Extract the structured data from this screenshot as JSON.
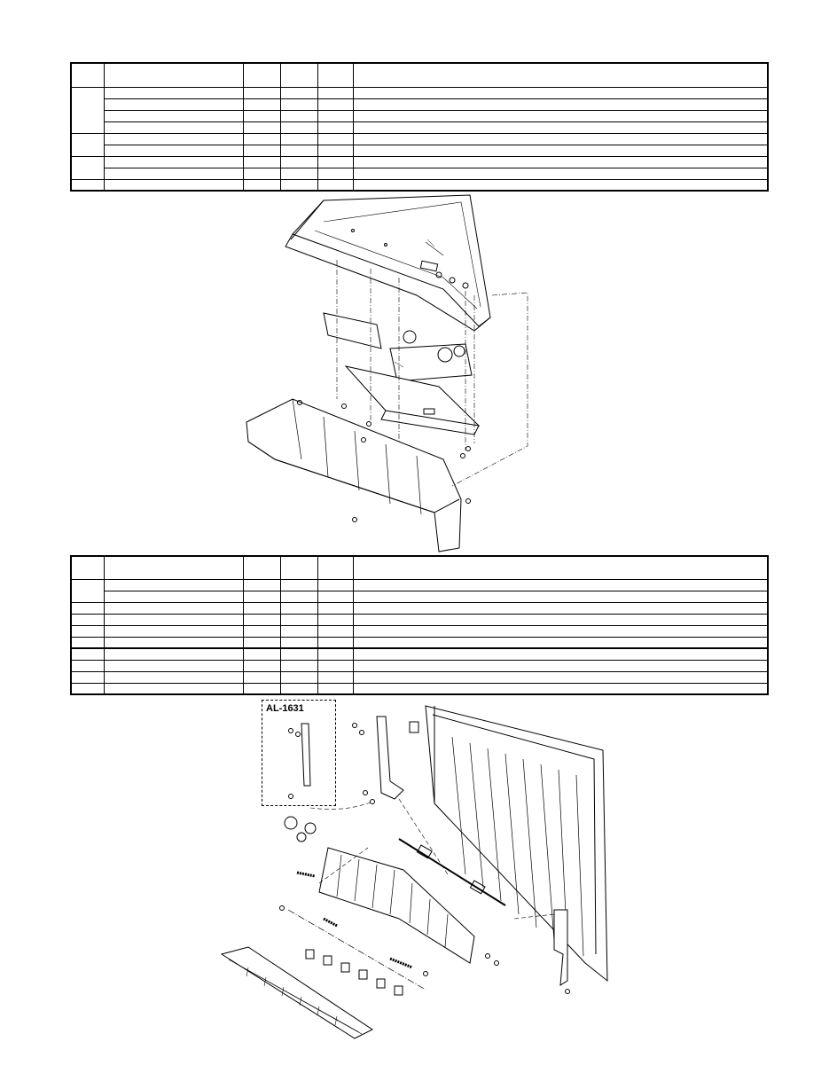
{
  "variant_box": {
    "label": "AL-1631"
  },
  "table1": {
    "header_rows": 1,
    "groups": [
      {
        "rows": 4
      },
      {
        "rows": 2
      },
      {
        "rows": 2
      },
      {
        "rows": 1
      }
    ]
  },
  "table2": {
    "header_rows": 1,
    "groups": [
      {
        "rows": 2
      },
      {
        "rows": 1
      },
      {
        "rows": 1
      },
      {
        "rows": 1
      },
      {
        "rows": 1
      },
      {
        "rows": 1
      },
      {
        "rows": 1
      },
      {
        "rows": 1
      },
      {
        "rows": 1
      }
    ]
  }
}
